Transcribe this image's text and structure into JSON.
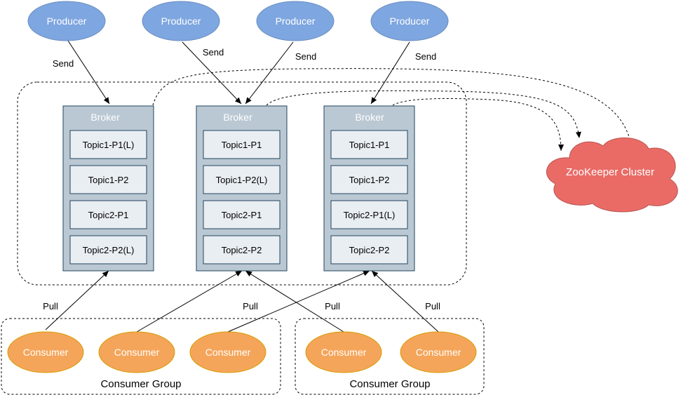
{
  "colors": {
    "producer_fill": "#7ea6e0",
    "producer_stroke": "#6c8ebf",
    "consumer_fill": "#f5a55a",
    "consumer_stroke": "#d79b00",
    "broker_fill": "#bac8d3",
    "broker_stroke": "#23445d",
    "topic_fill": "#e9eef3",
    "zookeeper_fill": "#ea6b66",
    "zookeeper_stroke": "#b85450"
  },
  "producers": [
    {
      "label": "Producer",
      "send_label": "Send"
    },
    {
      "label": "Producer",
      "send_label": "Send"
    },
    {
      "label": "Producer",
      "send_label": "Send"
    },
    {
      "label": "Producer",
      "send_label": "Send"
    }
  ],
  "brokers": [
    {
      "title": "Broker",
      "topics": [
        "Topic1-P1(L)",
        "Topic1-P2",
        "Topic2-P1",
        "Topic2-P2(L)"
      ]
    },
    {
      "title": "Broker",
      "topics": [
        "Topic1-P1",
        "Topic1-P2(L)",
        "Topic2-P1",
        "Topic2-P2"
      ]
    },
    {
      "title": "Broker",
      "topics": [
        "Topic1-P1",
        "Topic1-P2",
        "Topic2-P1(L)",
        "Topic2-P2"
      ]
    }
  ],
  "zookeeper": {
    "label": "ZooKeeper Cluster"
  },
  "pull_labels": [
    "Pull",
    "Pull",
    "Pull",
    "Pull"
  ],
  "consumer_groups": [
    {
      "label": "Consumer Group",
      "consumers": [
        "Consumer",
        "Consumer",
        "Consumer"
      ]
    },
    {
      "label": "Consumer Group",
      "consumers": [
        "Consumer",
        "Consumer"
      ]
    }
  ]
}
